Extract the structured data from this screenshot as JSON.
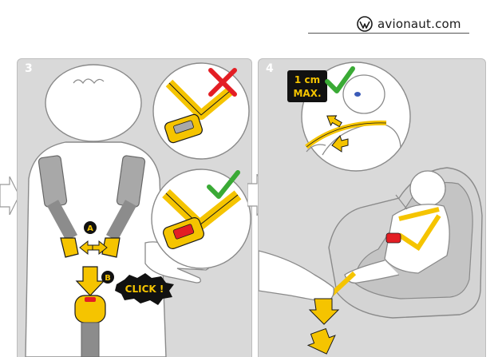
{
  "header": {
    "brand": "avionaut.com"
  },
  "step3": {
    "number": "3",
    "marker_a": "A",
    "marker_b": "B",
    "click_label": "CLICK !"
  },
  "step4": {
    "number": "4",
    "limit_line1": "1 cm",
    "limit_line2": "MAX."
  },
  "colors": {
    "panel_bg": "#d9d9d9",
    "buckle_yellow": "#f5c400",
    "wrong_red": "#e31e24",
    "right_green": "#3aaa35",
    "label_bg": "#111111"
  },
  "icons": [
    "avionaut-logo-icon",
    "cross-icon",
    "check-icon",
    "arrow-icon"
  ]
}
